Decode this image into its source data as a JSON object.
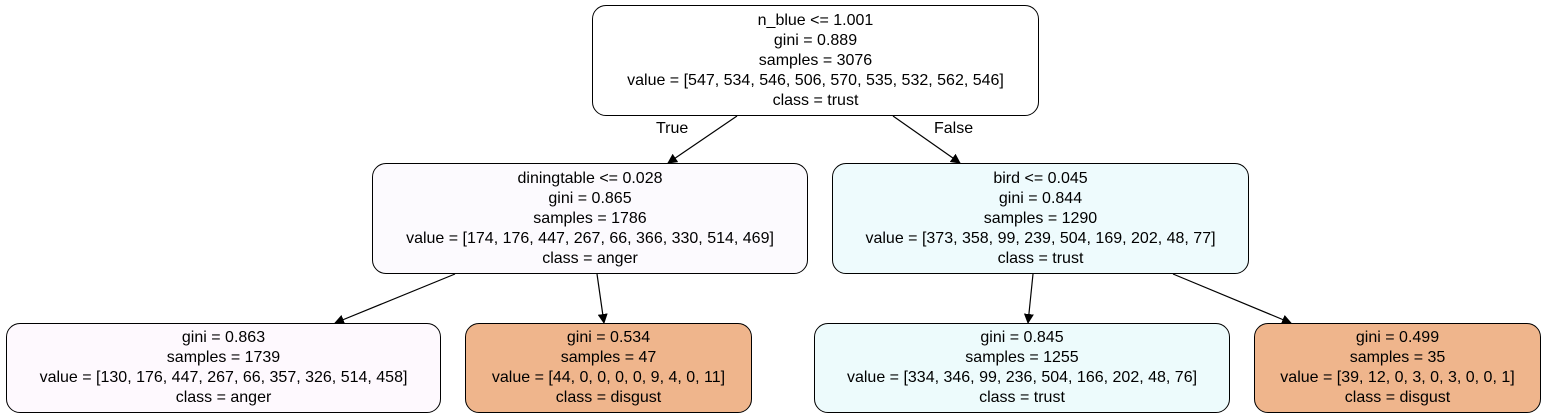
{
  "tree": {
    "root": {
      "split": "n_blue <= 1.001",
      "gini": "gini = 0.889",
      "samples": "samples = 3076",
      "value": "value = [547, 534, 546, 506, 570, 535, 532, 562, 546]",
      "class": "class = trust",
      "fill": "#ffffff"
    },
    "edge_true": "True",
    "edge_false": "False",
    "left": {
      "split": "diningtable <= 0.028",
      "gini": "gini = 0.865",
      "samples": "samples = 1786",
      "value": "value = [174, 176, 447, 267, 66, 366, 330, 514, 469]",
      "class": "class = anger",
      "fill": "#fcfafe"
    },
    "right": {
      "split": "bird <= 0.045",
      "gini": "gini = 0.844",
      "samples": "samples = 1290",
      "value": "value = [373, 358, 99, 239, 504, 169, 202, 48, 77]",
      "class": "class = trust",
      "fill": "#eefbfd"
    },
    "leaf_ll": {
      "gini": "gini = 0.863",
      "samples": "samples = 1739",
      "value": "value = [130, 176, 447, 267, 66, 357, 326, 514, 458]",
      "class": "class = anger",
      "fill": "#fef9fe"
    },
    "leaf_lr": {
      "gini": "gini = 0.534",
      "samples": "samples = 47",
      "value": "value = [44, 0, 0, 0, 0, 9, 4, 0, 11]",
      "class": "class = disgust",
      "fill": "#efb58c"
    },
    "leaf_rl": {
      "gini": "gini = 0.845",
      "samples": "samples = 1255",
      "value": "value = [334, 346, 99, 236, 504, 166, 202, 48, 76]",
      "class": "class = trust",
      "fill": "#edfbfc"
    },
    "leaf_rr": {
      "gini": "gini = 0.499",
      "samples": "samples = 35",
      "value": "value = [39, 12, 0, 3, 0, 3, 0, 0, 1]",
      "class": "class = disgust",
      "fill": "#efb58c"
    }
  }
}
